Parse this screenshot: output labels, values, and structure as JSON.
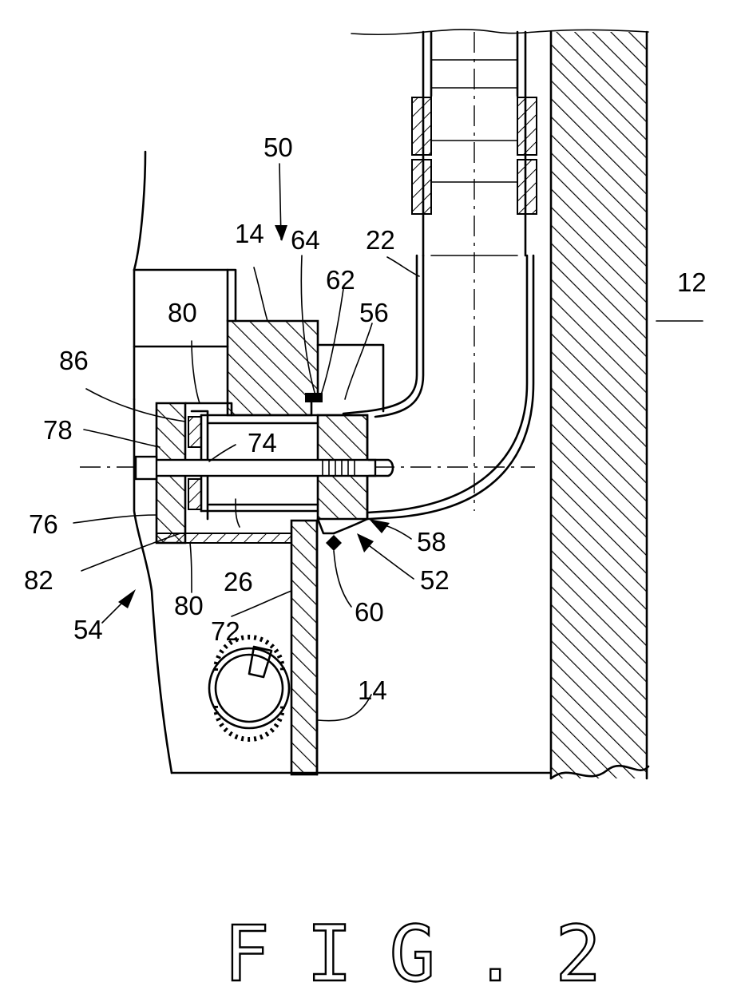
{
  "figure": {
    "caption": "FIG.2",
    "labels": [
      {
        "id": "50",
        "text": "50"
      },
      {
        "id": "14a",
        "text": "14"
      },
      {
        "id": "64",
        "text": "64"
      },
      {
        "id": "22",
        "text": "22"
      },
      {
        "id": "62",
        "text": "62"
      },
      {
        "id": "56",
        "text": "56"
      },
      {
        "id": "12",
        "text": "12"
      },
      {
        "id": "80a",
        "text": "80"
      },
      {
        "id": "86",
        "text": "86"
      },
      {
        "id": "78",
        "text": "78"
      },
      {
        "id": "74",
        "text": "74"
      },
      {
        "id": "76",
        "text": "76"
      },
      {
        "id": "26",
        "text": "26"
      },
      {
        "id": "82",
        "text": "82"
      },
      {
        "id": "80b",
        "text": "80"
      },
      {
        "id": "58",
        "text": "58"
      },
      {
        "id": "52",
        "text": "52"
      },
      {
        "id": "60",
        "text": "60"
      },
      {
        "id": "72",
        "text": "72"
      },
      {
        "id": "54",
        "text": "54"
      },
      {
        "id": "14b",
        "text": "14"
      }
    ]
  }
}
